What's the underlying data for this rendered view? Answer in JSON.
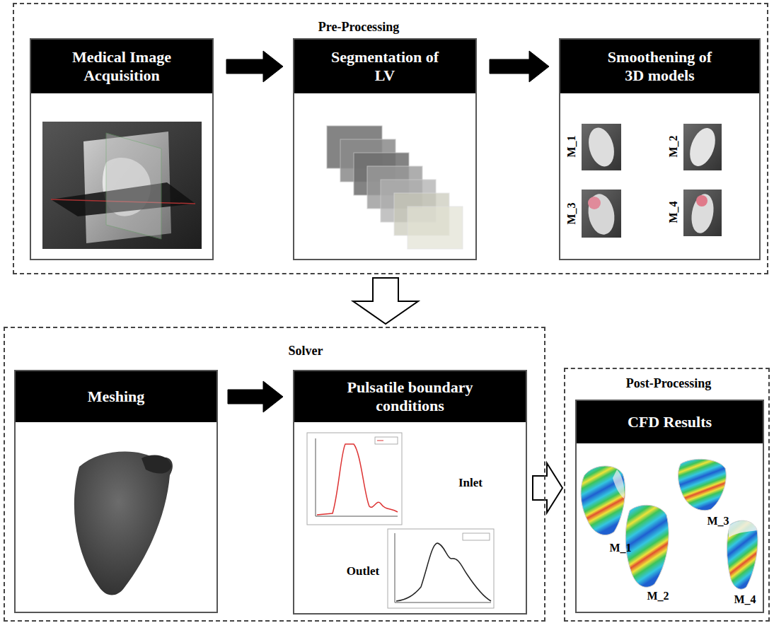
{
  "diagram": {
    "nodes": [
      {
        "text": [
          "Pre-Processing"
        ]
      },
      {
        "text": [
          "Medical Image Acquisition"
        ],
        "in": 0
      },
      {
        "text": [
          "Segmentation of LV"
        ],
        "in": 0
      },
      {
        "text": [
          "Smoothening of 3D models"
        ],
        "in": 0
      },
      {
        "text": [
          "Solver"
        ]
      },
      {
        "text": [
          "Meshing"
        ],
        "in": 4
      },
      {
        "text": [
          "Pulsatile boundary conditions"
        ],
        "in": 4
      },
      {
        "text": [
          "Post-Processing"
        ]
      },
      {
        "text": [
          "CFD Results"
        ],
        "in": 7
      }
    ],
    "edges": [
      {
        "from": 1,
        "to": 2,
        "arrow": "to"
      },
      {
        "from": 2,
        "to": 3,
        "arrow": "to"
      },
      {
        "from": 0,
        "to": 4,
        "arrow": "to"
      },
      {
        "from": 5,
        "to": 6,
        "arrow": "to"
      },
      {
        "from": 4,
        "to": 7,
        "arrow": "to"
      }
    ],
    "labels": [
      "M_1",
      "M_2",
      "M_3",
      "M_4",
      "Inlet",
      "Outlet",
      "M_1",
      "M_2",
      "M_3",
      "M_4"
    ]
  }
}
